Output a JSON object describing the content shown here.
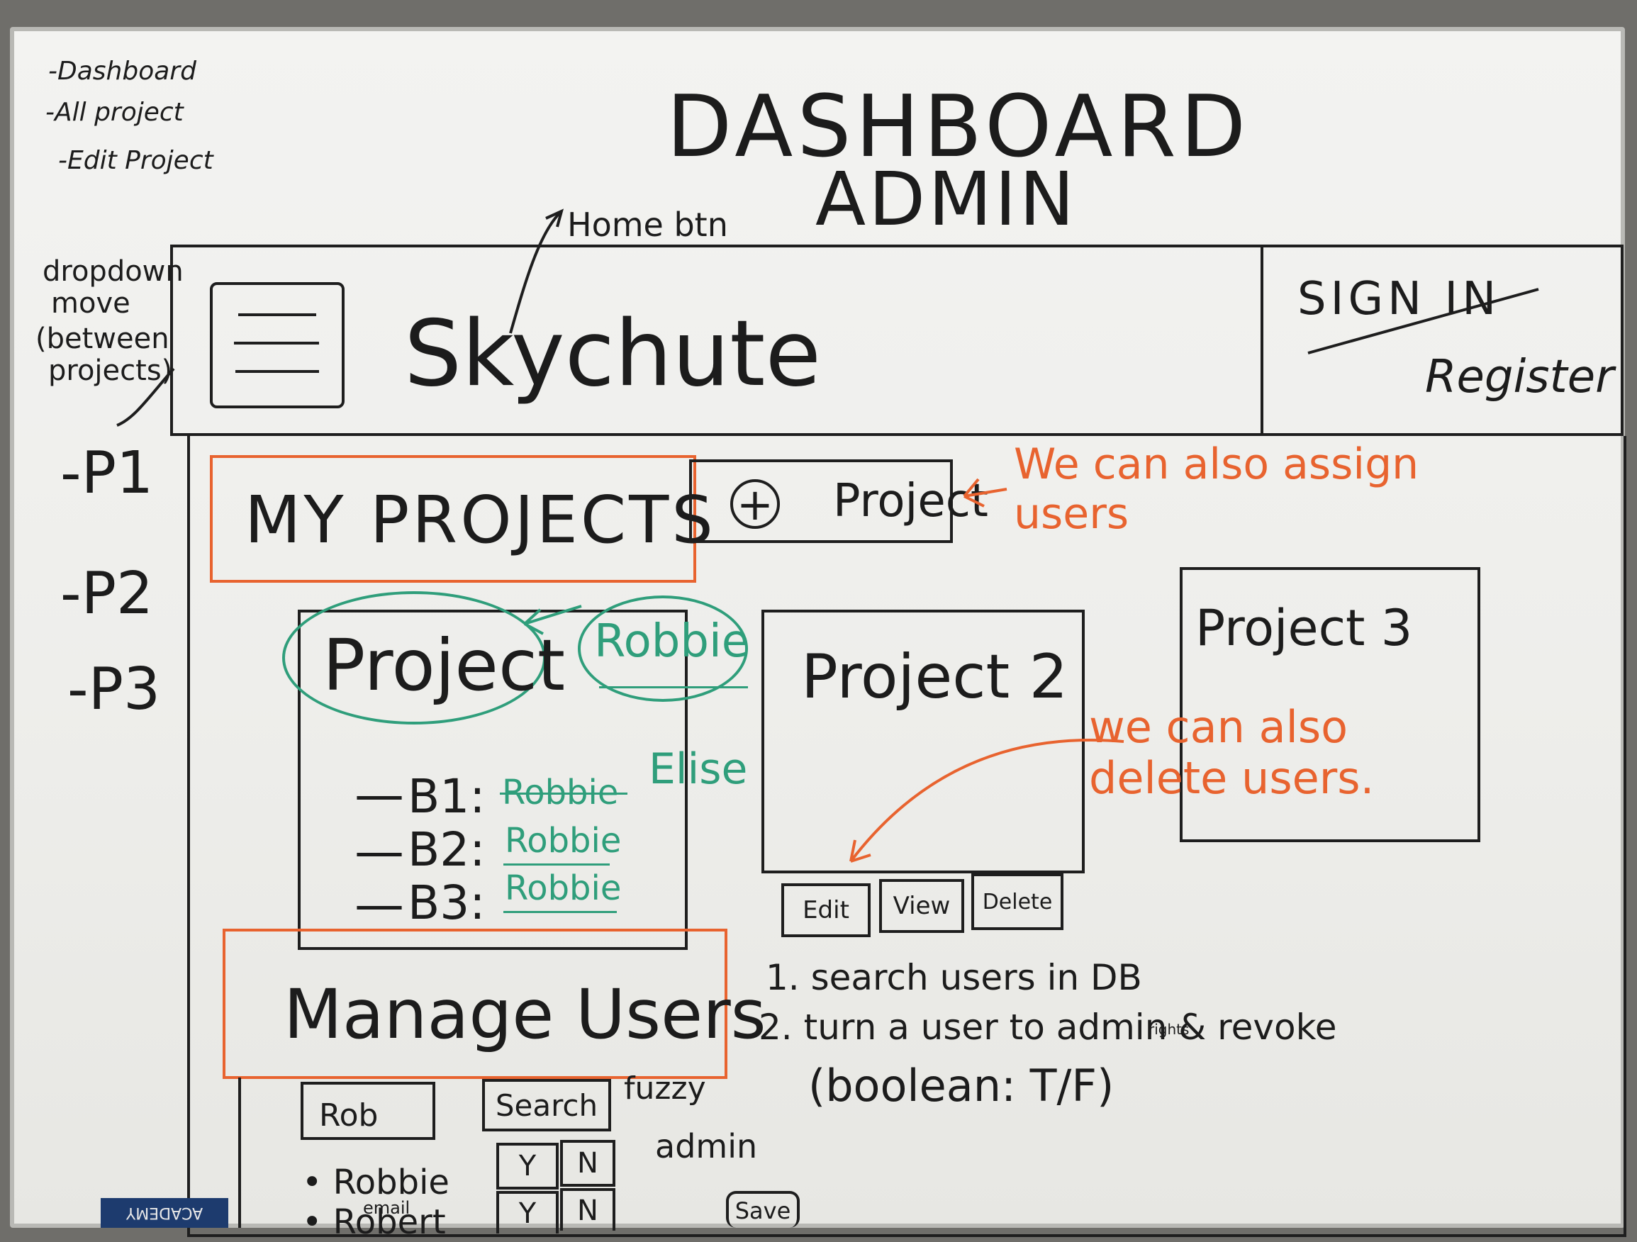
{
  "notes_top_left": [
    "-Dashboard",
    "-All project",
    "-Edit Project"
  ],
  "title": [
    "DASHBOARD",
    "ADMIN"
  ],
  "home_btn_label": "Home btn",
  "sidebar_note": [
    "dropdown",
    "move",
    "(between",
    "projects)"
  ],
  "sidebar_projects": [
    "-P1",
    "-P2",
    "-P3"
  ],
  "header": {
    "app_name": "Skychute",
    "sign_in": "SIGN IN",
    "register": "Register"
  },
  "my_projects": {
    "heading": "MY PROJECTS",
    "add_project": "Project",
    "assign_note": "We can also assign users"
  },
  "project1": {
    "title": "Project",
    "user_tag": "Robbie",
    "rows": [
      {
        "id": "B1:",
        "user": "Robbie",
        "replaced_by": "Elise"
      },
      {
        "id": "B2:",
        "user": "Robbie"
      },
      {
        "id": "B3:",
        "user": "Robbie"
      }
    ]
  },
  "project2": {
    "title": "Project 2",
    "actions": [
      "Edit",
      "View",
      "Delete"
    ]
  },
  "project3": {
    "title": "Project 3",
    "delete_note": "we can also delete users."
  },
  "manage_users": {
    "heading": "Manage Users",
    "search_value": "Rob",
    "search_button": "Search",
    "fuzzy_note": "fuzzy",
    "admin_col": "admin",
    "users": [
      {
        "name": "Robbie",
        "sub": "email",
        "admin_yes": "Y",
        "admin_no": "N"
      },
      {
        "name": "Robert",
        "admin_yes": "Y",
        "admin_no": "N"
      }
    ],
    "save": "Save",
    "steps": [
      "1. search users in DB",
      "2. turn a user to admin & revoke",
      "rights",
      "(boolean: T/F)"
    ]
  },
  "sticker": "ACADEMY",
  "colors": {
    "ink": "#1c1c1c",
    "green_marker": "#2f9e7b",
    "orange_marker": "#e8632f",
    "board": "#f0f0ee"
  }
}
